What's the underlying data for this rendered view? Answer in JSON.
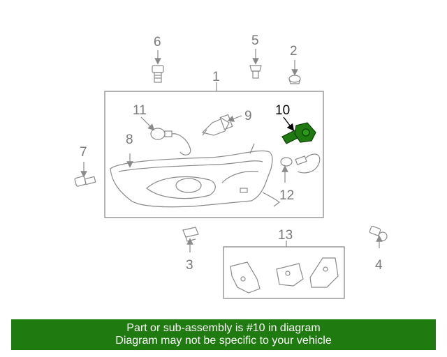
{
  "diagram": {
    "callouts": [
      "1",
      "2",
      "3",
      "4",
      "5",
      "6",
      "7",
      "8",
      "9",
      "10",
      "11",
      "12",
      "13"
    ],
    "highlighted_part": "10",
    "colors": {
      "line": "#8a8a8a",
      "highlight": "#1f7a10",
      "callout_active": "#000000"
    }
  },
  "banner": {
    "line1": "Part or sub-assembly is #10 in diagram",
    "line2": "Diagram may not be specific to your vehicle",
    "color": "#1f7a10"
  }
}
